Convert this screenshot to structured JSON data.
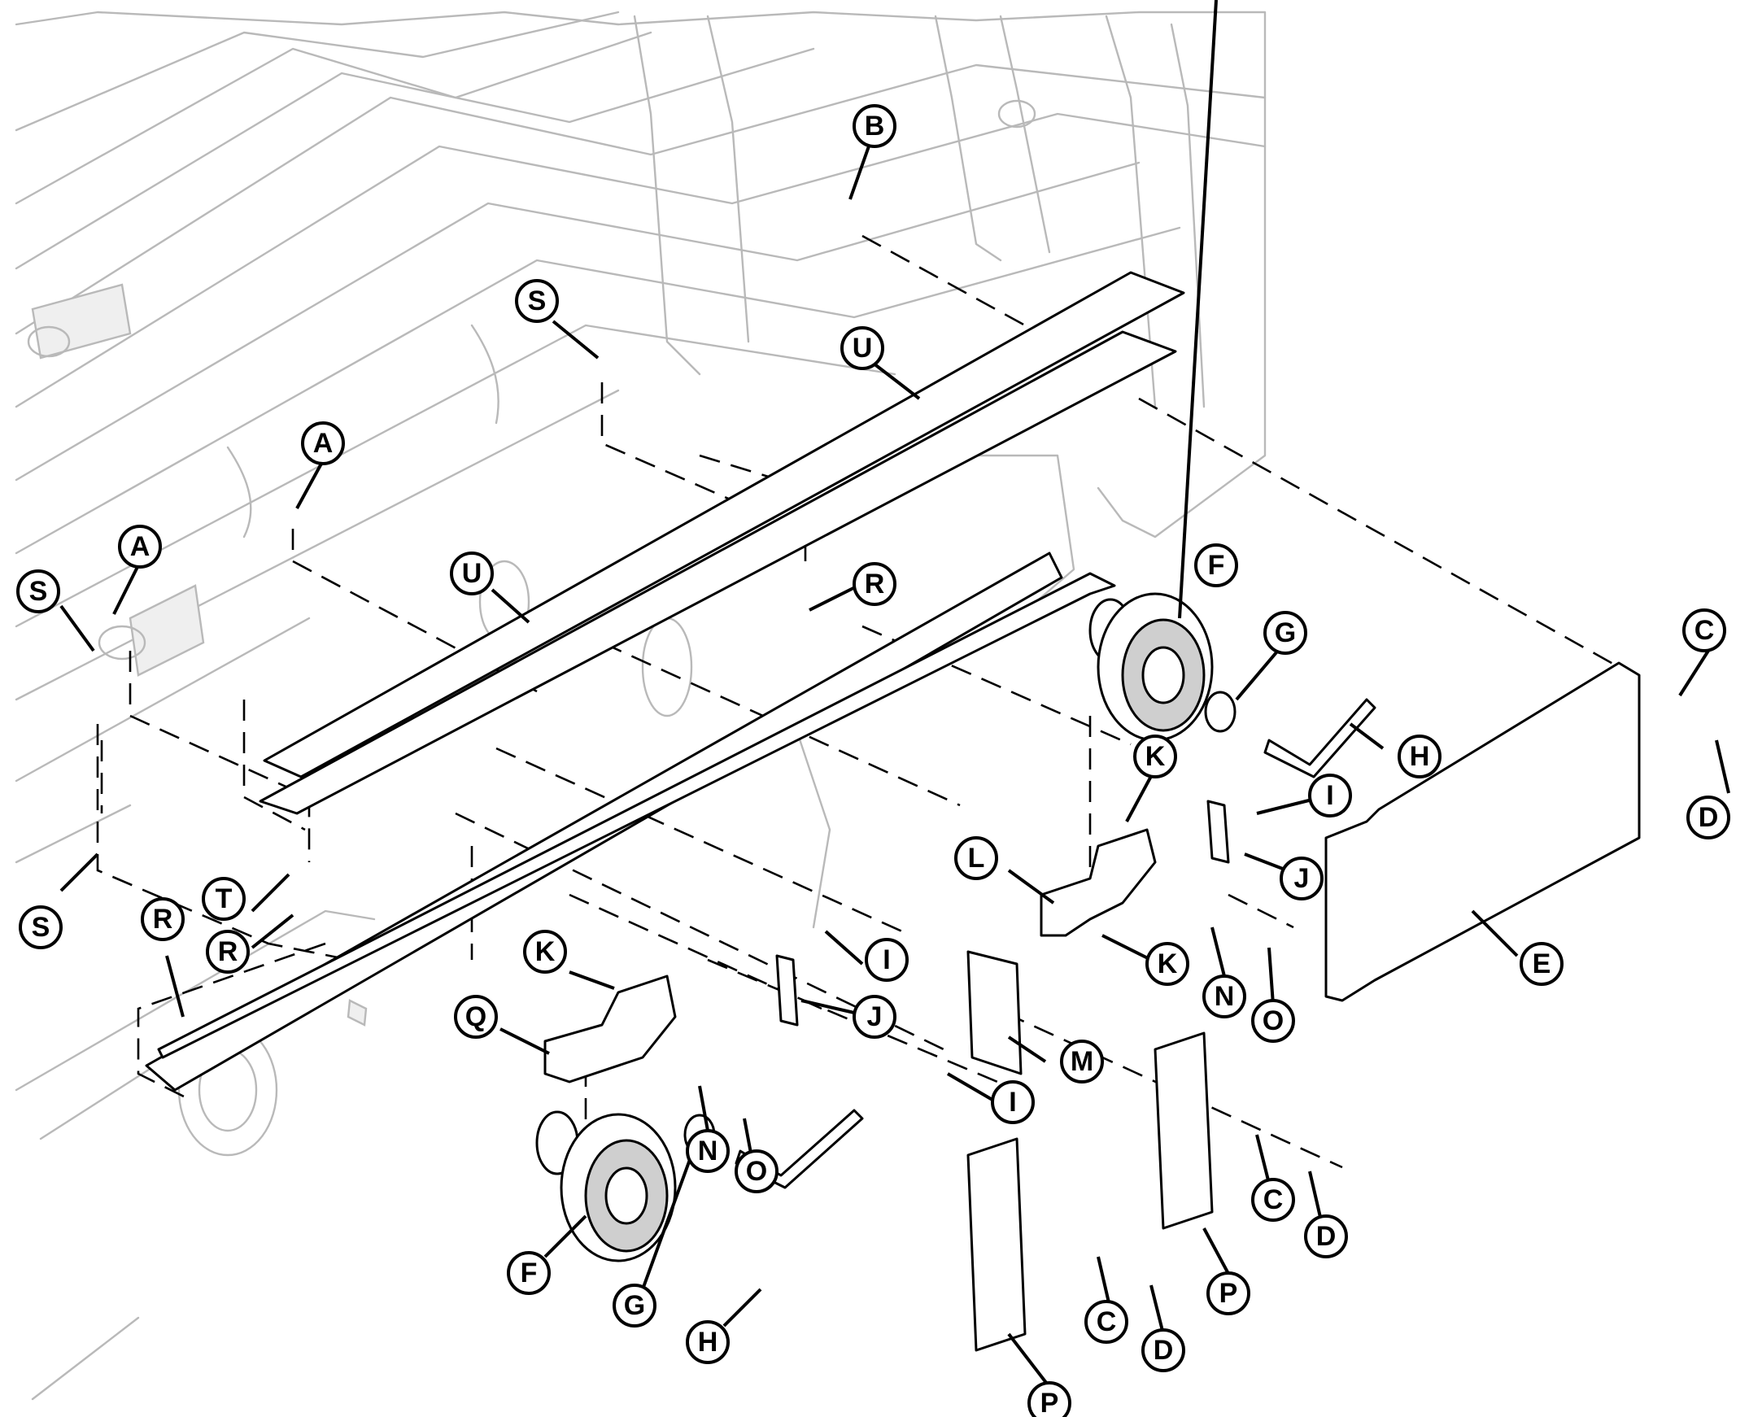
{
  "callouts": [
    {
      "id": "B-top",
      "label": "B"
    },
    {
      "id": "S-top",
      "label": "S"
    },
    {
      "id": "U-upper",
      "label": "U"
    },
    {
      "id": "A-mid",
      "label": "A"
    },
    {
      "id": "A-left",
      "label": "A"
    },
    {
      "id": "S-left",
      "label": "S"
    },
    {
      "id": "U-lower",
      "label": "U"
    },
    {
      "id": "R-mid",
      "label": "R"
    },
    {
      "id": "F-right",
      "label": "F"
    },
    {
      "id": "G-right",
      "label": "G"
    },
    {
      "id": "H-right",
      "label": "H"
    },
    {
      "id": "C-right",
      "label": "C"
    },
    {
      "id": "D-right",
      "label": "D"
    },
    {
      "id": "K-right-top",
      "label": "K"
    },
    {
      "id": "I-right",
      "label": "I"
    },
    {
      "id": "J-right",
      "label": "J"
    },
    {
      "id": "L",
      "label": "L"
    },
    {
      "id": "E",
      "label": "E"
    },
    {
      "id": "K-right-bottom",
      "label": "K"
    },
    {
      "id": "N-right",
      "label": "N"
    },
    {
      "id": "O-right",
      "label": "O"
    },
    {
      "id": "S-bottom",
      "label": "S"
    },
    {
      "id": "T",
      "label": "T"
    },
    {
      "id": "R-left",
      "label": "R"
    },
    {
      "id": "R-lower",
      "label": "R"
    },
    {
      "id": "K-left",
      "label": "K"
    },
    {
      "id": "I-left-top",
      "label": "I"
    },
    {
      "id": "J-left",
      "label": "J"
    },
    {
      "id": "Q",
      "label": "Q"
    },
    {
      "id": "M",
      "label": "M"
    },
    {
      "id": "I-left-bottom",
      "label": "I"
    },
    {
      "id": "N-left",
      "label": "N"
    },
    {
      "id": "O-left",
      "label": "O"
    },
    {
      "id": "F-left",
      "label": "F"
    },
    {
      "id": "G-left",
      "label": "G"
    },
    {
      "id": "H-left",
      "label": "H"
    },
    {
      "id": "C-mid",
      "label": "C"
    },
    {
      "id": "D-mid",
      "label": "D"
    },
    {
      "id": "P-right",
      "label": "P"
    },
    {
      "id": "C-bottom",
      "label": "C"
    },
    {
      "id": "D-bottom",
      "label": "D"
    },
    {
      "id": "P-left",
      "label": "P"
    }
  ]
}
